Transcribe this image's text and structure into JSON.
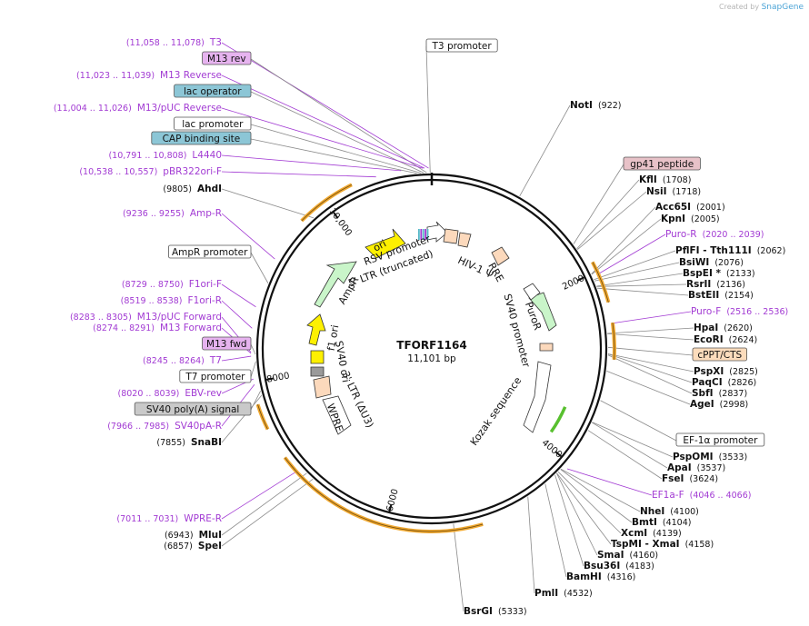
{
  "credit": {
    "prefix": "Created by",
    "brand": "SnapGene"
  },
  "plasmid": {
    "name": "TFORF1164",
    "size_label": "11,101 bp",
    "length": 11101
  },
  "colors": {
    "purple": "#a23bd3",
    "black": "#111111",
    "gray_leader": "#8a8a8a",
    "orange_arrow": "#f0a830",
    "yellow": "#fdf001",
    "green_light": "#c9f5c9",
    "peach": "#fcd9bc",
    "lac_operator": "#8cc6d6",
    "m13_box": "#e6b3ef",
    "gp41_box": "#e8c2c8",
    "cppt_box": "#fcdcbc",
    "sv40polyA_box": "#c9c9c9"
  },
  "ticks": [
    "2000",
    "4000",
    "6000",
    "8000",
    "10,000"
  ],
  "left_labels": [
    {
      "coords": "(11,058 .. 11,078)",
      "name": "T3",
      "kind": "primer"
    },
    {
      "name": "M13 rev",
      "kind": "box-m13"
    },
    {
      "coords": "(11,023 .. 11,039)",
      "name": "M13 Reverse",
      "kind": "primer"
    },
    {
      "name": "lac operator",
      "kind": "box-lacop"
    },
    {
      "coords": "(11,004 .. 11,026)",
      "name": "M13/pUC Reverse",
      "kind": "primer"
    },
    {
      "name": "lac promoter",
      "kind": "box-white"
    },
    {
      "name": "CAP binding site",
      "kind": "box-lacop"
    },
    {
      "coords": "(10,791 .. 10,808)",
      "name": "L4440",
      "kind": "primer"
    },
    {
      "coords": "(10,538 .. 10,557)",
      "name": "pBR322ori-F",
      "kind": "primer"
    },
    {
      "coords": "(9805)",
      "name": "AhdI",
      "kind": "enzyme"
    },
    {
      "coords": "(9236 .. 9255)",
      "name": "Amp-R",
      "kind": "primer"
    },
    {
      "name": "AmpR promoter",
      "kind": "box-white"
    },
    {
      "coords": "(8729 .. 8750)",
      "name": "F1ori-F",
      "kind": "primer"
    },
    {
      "coords": "(8519 .. 8538)",
      "name": "F1ori-R",
      "kind": "primer"
    },
    {
      "coords": "(8283 .. 8305)",
      "name": "M13/pUC Forward",
      "kind": "primer"
    },
    {
      "coords": "(8274 .. 8291)",
      "name": "M13 Forward",
      "kind": "primer"
    },
    {
      "name": "M13 fwd",
      "kind": "box-m13"
    },
    {
      "coords": "(8245 .. 8264)",
      "name": "T7",
      "kind": "primer"
    },
    {
      "name": "T7 promoter",
      "kind": "box-white"
    },
    {
      "coords": "(8020 .. 8039)",
      "name": "EBV-rev",
      "kind": "primer"
    },
    {
      "name": "SV40 poly(A) signal",
      "kind": "box-gray"
    },
    {
      "coords": "(7966 .. 7985)",
      "name": "SV40pA-R",
      "kind": "primer"
    },
    {
      "coords": "(7855)",
      "name": "SnaBI",
      "kind": "enzyme"
    },
    {
      "coords": "(7011 .. 7031)",
      "name": "WPRE-R",
      "kind": "primer"
    },
    {
      "coords": "(6943)",
      "name": "MluI",
      "kind": "enzyme"
    },
    {
      "coords": "(6857)",
      "name": "SpeI",
      "kind": "enzyme"
    }
  ],
  "top_labels": [
    {
      "name": "T3 promoter",
      "kind": "box-white"
    },
    {
      "name": "NotI",
      "coords": "(922)",
      "kind": "enzyme"
    }
  ],
  "right_labels": [
    {
      "name": "gp41 peptide",
      "kind": "box-gp41"
    },
    {
      "name": "KflI",
      "coords": "(1708)",
      "kind": "enzyme"
    },
    {
      "name": "NsiI",
      "coords": "(1718)",
      "kind": "enzyme"
    },
    {
      "name": "Acc65I",
      "coords": "(2001)",
      "kind": "enzyme"
    },
    {
      "name": "KpnI",
      "coords": "(2005)",
      "kind": "enzyme"
    },
    {
      "name": "Puro-R",
      "coords": "(2020 .. 2039)",
      "kind": "primer"
    },
    {
      "name": "PflFI - Tth111I",
      "coords": "(2062)",
      "kind": "enzyme"
    },
    {
      "name": "BsiWI",
      "coords": "(2076)",
      "kind": "enzyme"
    },
    {
      "name": "BspEI *",
      "coords": "(2133)",
      "kind": "enzyme"
    },
    {
      "name": "RsrII",
      "coords": "(2136)",
      "kind": "enzyme"
    },
    {
      "name": "BstEII",
      "coords": "(2154)",
      "kind": "enzyme"
    },
    {
      "name": "Puro-F",
      "coords": "(2516 .. 2536)",
      "kind": "primer"
    },
    {
      "name": "HpaI",
      "coords": "(2620)",
      "kind": "enzyme"
    },
    {
      "name": "EcoRI",
      "coords": "(2624)",
      "kind": "enzyme"
    },
    {
      "name": "cPPT/CTS",
      "kind": "box-cppt"
    },
    {
      "name": "PspXI",
      "coords": "(2825)",
      "kind": "enzyme"
    },
    {
      "name": "PaqCI",
      "coords": "(2826)",
      "kind": "enzyme"
    },
    {
      "name": "SbfI",
      "coords": "(2837)",
      "kind": "enzyme"
    },
    {
      "name": "AgeI",
      "coords": "(2998)",
      "kind": "enzyme"
    },
    {
      "name": "EF-1α promoter",
      "kind": "box-white"
    },
    {
      "name": "PspOMI",
      "coords": "(3533)",
      "kind": "enzyme"
    },
    {
      "name": "ApaI",
      "coords": "(3537)",
      "kind": "enzyme"
    },
    {
      "name": "FseI",
      "coords": "(3624)",
      "kind": "enzyme"
    },
    {
      "name": "EF1a-F",
      "coords": "(4046 .. 4066)",
      "kind": "primer"
    },
    {
      "name": "NheI",
      "coords": "(4100)",
      "kind": "enzyme"
    },
    {
      "name": "BmtI",
      "coords": "(4104)",
      "kind": "enzyme"
    },
    {
      "name": "XcmI",
      "coords": "(4139)",
      "kind": "enzyme"
    },
    {
      "name": "TspMI - XmaI",
      "coords": "(4158)",
      "kind": "enzyme"
    },
    {
      "name": "SmaI",
      "coords": "(4160)",
      "kind": "enzyme"
    },
    {
      "name": "Bsu36I",
      "coords": "(4183)",
      "kind": "enzyme"
    },
    {
      "name": "BamHI",
      "coords": "(4316)",
      "kind": "enzyme"
    },
    {
      "name": "PmlI",
      "coords": "(4532)",
      "kind": "enzyme"
    },
    {
      "name": "BsrGI",
      "coords": "(5333)",
      "kind": "enzyme"
    }
  ],
  "inner_labels": [
    "ori",
    "AmpR",
    "f1 ori",
    "SV40 ori",
    "RSV promoter",
    "5' LTR (truncated)",
    "HIV-1 Ψ",
    "RRE",
    "PuroR",
    "SV40 promoter",
    "Kozak sequence",
    "3' LTR (ΔU3)",
    "WPRE"
  ]
}
